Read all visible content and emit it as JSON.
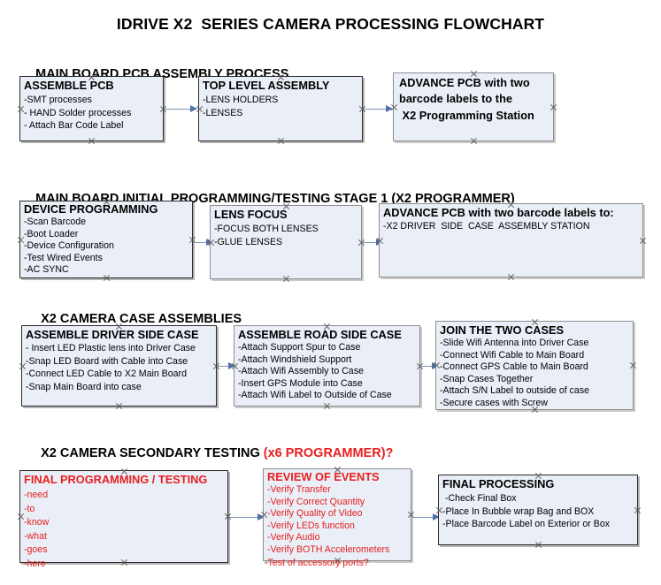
{
  "title": "IDRIVE X2  SERIES CAMERA PROCESSING FLOWCHART",
  "sections": [
    {
      "heading": "MAIN BOARD PCB ASSEMBLY PROCESS",
      "heading_red": "",
      "boxes": [
        {
          "title": "ASSEMBLE PCB",
          "lines": [
            "-SMT processes",
            "- HAND Solder processes",
            "- Attach Bar Code Label"
          ]
        },
        {
          "title": "TOP LEVEL ASSEMBLY",
          "lines": [
            "-LENS HOLDERS",
            "-LENSES"
          ]
        },
        {
          "title": "ADVANCE PCB with two",
          "lines": [
            "barcode labels to the",
            " X2 Programming Station"
          ]
        }
      ]
    },
    {
      "heading": "MAIN BOARD INITIAL PROGRAMMING/TESTING STAGE 1 (X2 PROGRAMMER)",
      "heading_red": "",
      "boxes": [
        {
          "title": "DEVICE PROGRAMMING",
          "lines": [
            "-Scan Barcode",
            "-Boot Loader",
            "-Device Configuration",
            "-Test Wired Events",
            "-AC SYNC"
          ]
        },
        {
          "title": "LENS FOCUS",
          "lines": [
            "-FOCUS BOTH LENSES",
            "-GLUE LENSES"
          ]
        },
        {
          "title": "ADVANCE PCB with two barcode labels to:",
          "lines": [
            "-X2 DRIVER  SIDE  CASE  ASSEMBLY STATION"
          ]
        }
      ]
    },
    {
      "heading": "X2 CAMERA CASE ASSEMBLIES",
      "heading_red": "",
      "boxes": [
        {
          "title": "ASSEMBLE DRIVER SIDE CASE",
          "lines": [
            "- Insert LED Plastic lens into Driver Case",
            "-Snap LED Board with Cable into Case",
            "-Connect LED Cable to X2 Main Board",
            "-Snap Main Board into case"
          ]
        },
        {
          "title": "ASSEMBLE ROAD SIDE CASE",
          "lines": [
            "-Attach Support Spur to Case",
            "-Attach Windshield Support",
            "-Attach Wifi Assembly to Case",
            "-Insert GPS Module into Case",
            "-Attach Wifi Label to Outside of Case"
          ]
        },
        {
          "title": "JOIN THE TWO CASES",
          "lines": [
            "-Slide Wifi Antenna into Driver Case",
            "-Connect Wifi Cable to Main Board",
            "-Connect GPS Cable to Main Board",
            "-Snap Cases Together",
            "-Attach S/N Label to outside of case",
            "-Secure cases with Screw"
          ]
        }
      ]
    },
    {
      "heading": "X2 CAMERA SECONDARY TESTING ",
      "heading_red": "(x6 PROGRAMMER)?",
      "boxes": [
        {
          "title": "FINAL PROGRAMMING / TESTING",
          "lines": [
            "-need",
            "-to",
            "-know",
            "-what",
            "-goes",
            "-here"
          ]
        },
        {
          "title": "REVIEW OF EVENTS",
          "lines": [
            "-Verify Transfer",
            "-Verify Correct Quantity",
            "-Verify Quality of Video",
            "-Verify LEDs function",
            "-Verify Audio",
            "-Verify BOTH Accelerometers",
            "-Test of accessory ports?"
          ]
        },
        {
          "title": "FINAL PROCESSING",
          "lines": [
            " -Check Final Box",
            "-Place In Bubble wrap Bag and BOX",
            "-Place Barcode Label on Exterior or Box"
          ]
        }
      ]
    }
  ],
  "colors": {
    "box_fill": "#e9eef7",
    "box_border": "#2b2b2b",
    "box_border_gray": "#8d8d8d",
    "arrow": "#7b93b8",
    "arrow_head": "#4f6fa8",
    "red_text": "#e8201f",
    "black_text": "#000000"
  }
}
